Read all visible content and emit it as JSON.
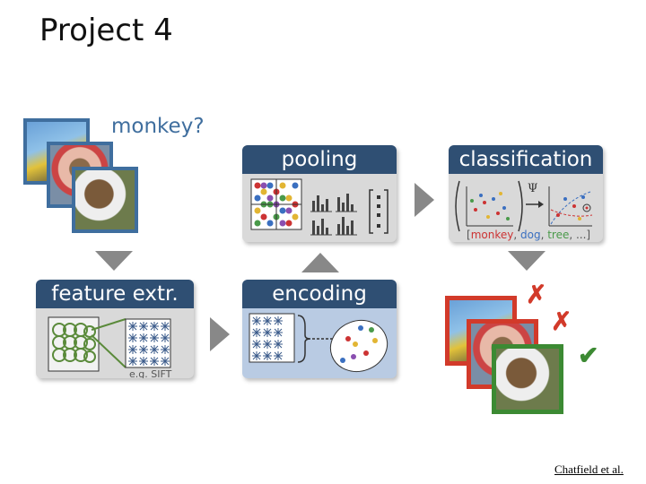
{
  "slide": {
    "title": "Project 4",
    "credit": "Chatfield et al."
  },
  "input": {
    "question": "monkey?"
  },
  "stages": {
    "pooling": "pooling",
    "classification": "classification",
    "feature_extraction": "feature extr.",
    "encoding": "encoding"
  },
  "feature_note": "e.g. SIFT",
  "classification_labels": {
    "open": "[",
    "monkey": "monkey",
    "sep1": ", ",
    "dog": "dog",
    "sep2": ", ",
    "tree": "tree",
    "rest": ", ...]"
  },
  "math_symbol": "Ψ",
  "results": {
    "reject_1": "✗",
    "reject_2": "✗",
    "accept": "✔"
  },
  "colors": {
    "header": "#2f4f73",
    "reject": "#d23a2a",
    "accept": "#3c8a33",
    "arrow": "#888888"
  }
}
